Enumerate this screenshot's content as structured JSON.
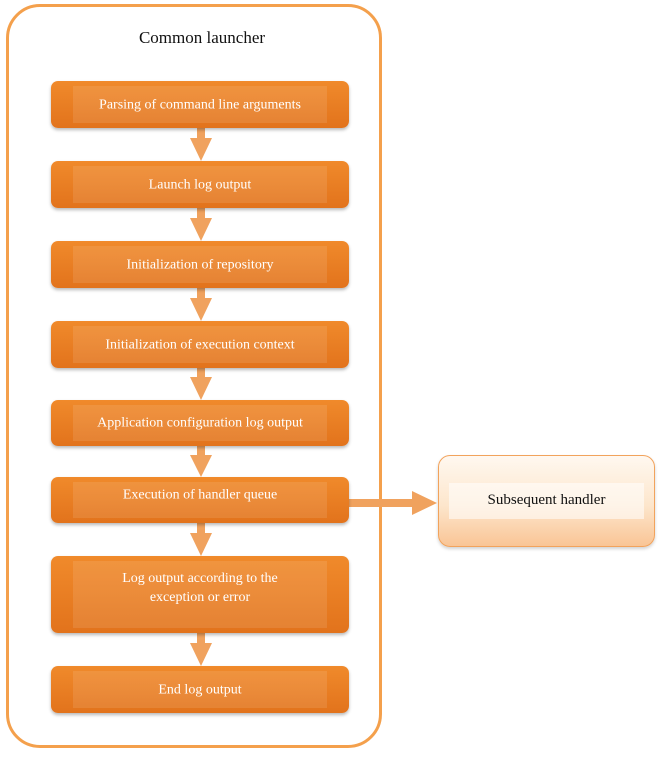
{
  "diagram": {
    "container_title": "Common launcher",
    "steps": [
      "Parsing of command line arguments",
      "Launch log output",
      "Initialization of repository",
      "Initialization of execution context",
      "Application configuration log output",
      "Execution of handler queue",
      "Log output according to the exception or error",
      "End log output"
    ],
    "side_box": "Subsequent handler",
    "colors": {
      "step_fill": "#e87a22",
      "container_border": "#f4a04c",
      "arrow": "#f0a25e",
      "side_fill": "#fde6cc"
    }
  }
}
